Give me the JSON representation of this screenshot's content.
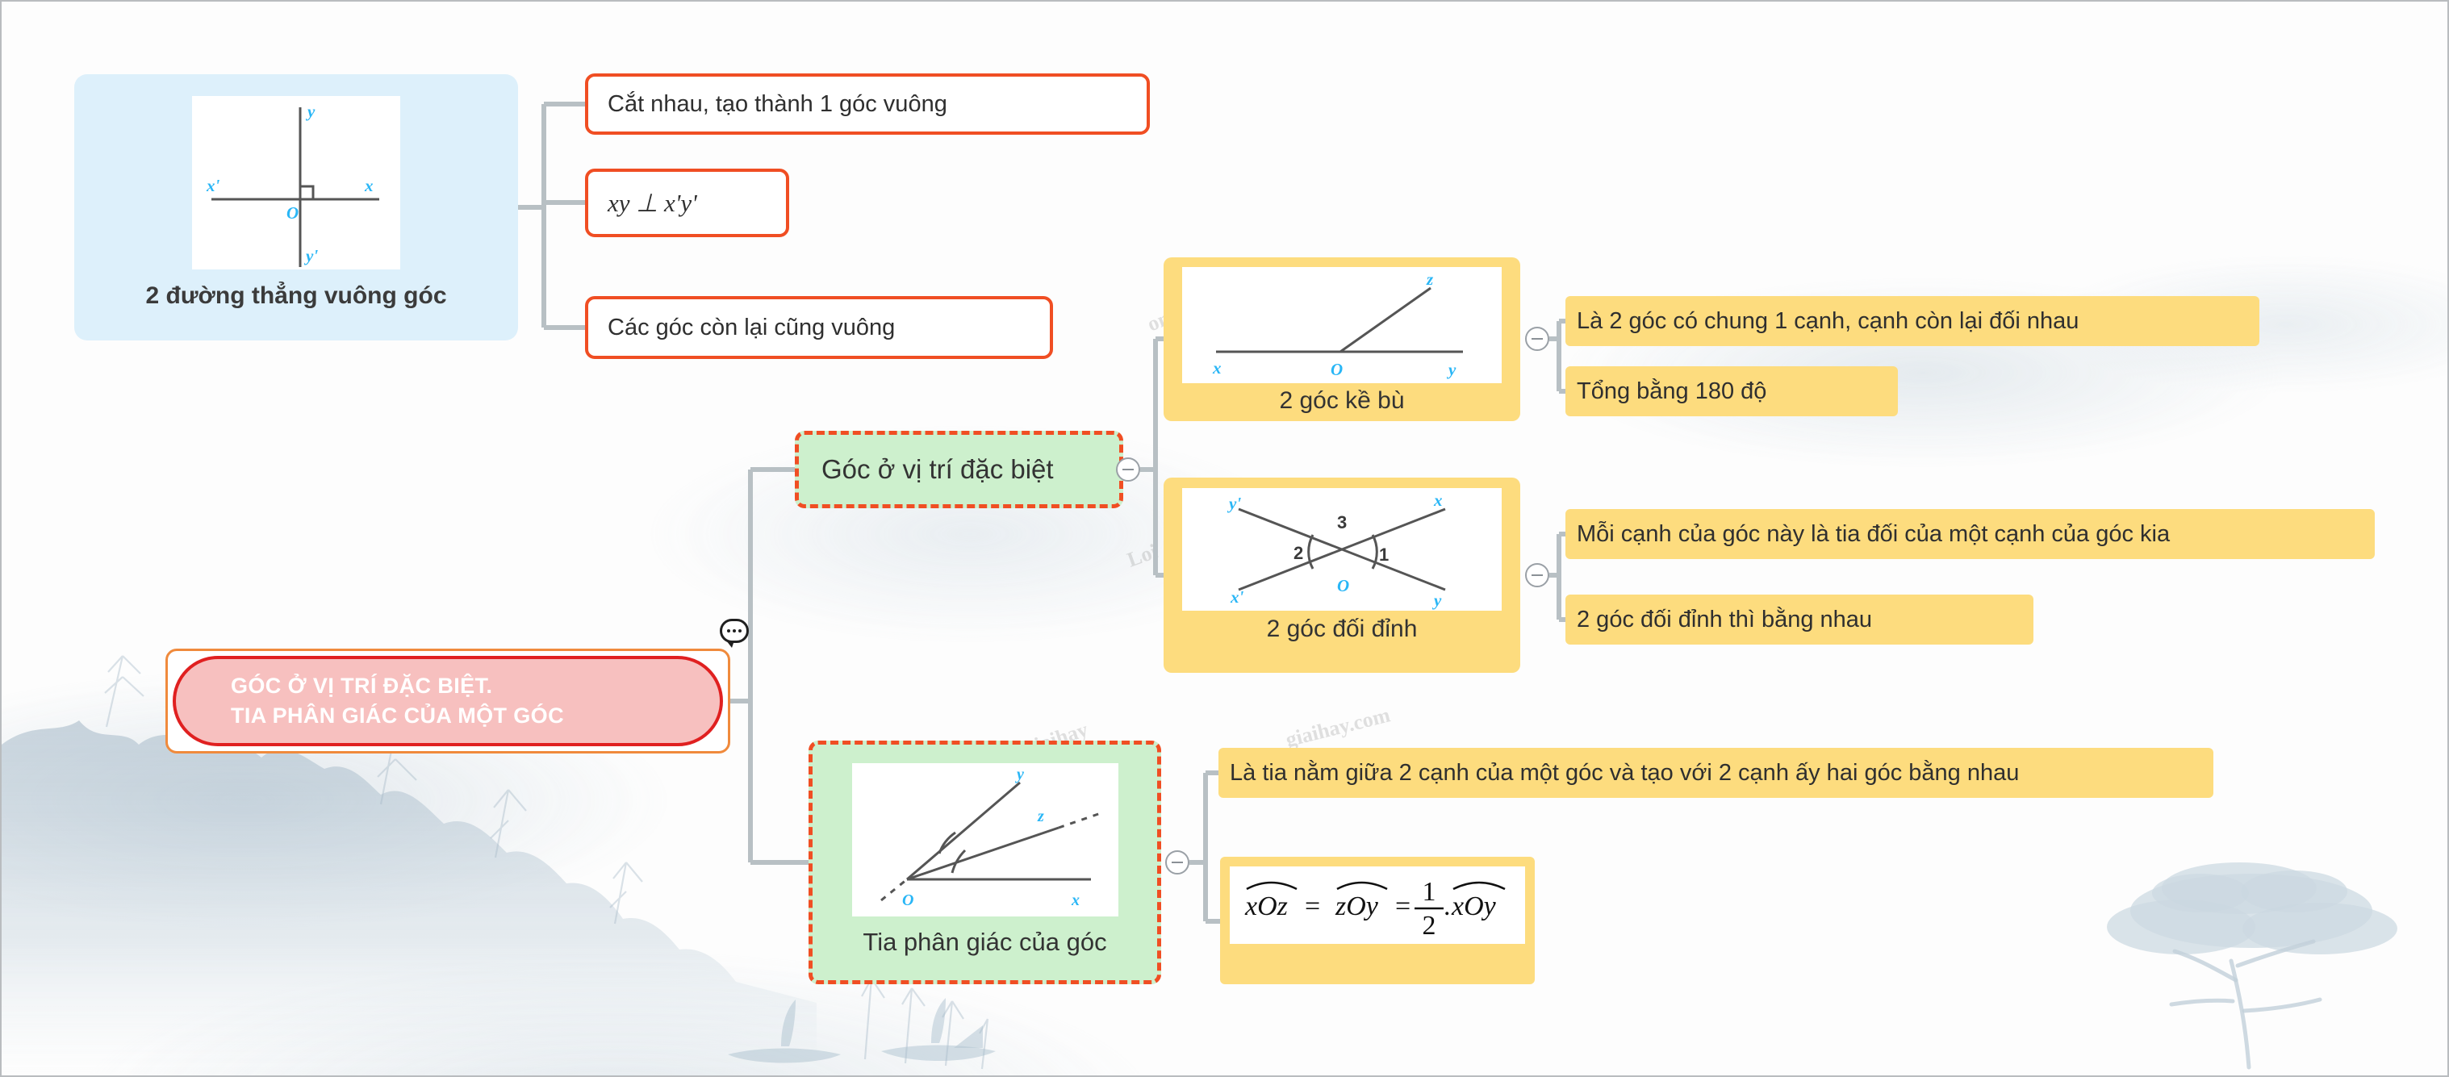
{
  "root": {
    "label": "GÓC Ở VỊ TRÍ ĐẶC BIỆT.\nTIA PHÂN GIÁC CỦA MỘT GÓC",
    "fill": "#f7c0bf",
    "border": "#e02020",
    "outer_border": "#f08a3c",
    "text_color": "#ffffff"
  },
  "branches": {
    "perpendicular": {
      "label": "2 đường thẳng vuông góc",
      "fill": "#ddf0fb",
      "figure": {
        "name": "perpendicular-lines-diagram",
        "labels": [
          "y",
          "x'",
          "x",
          "O"
        ],
        "marks": [
          "right-angle-square"
        ]
      },
      "children": [
        {
          "label": "Cắt nhau, tạo thành 1 góc vuông",
          "style": "orange-outline"
        },
        {
          "label": "xy ⊥ x'y'",
          "style": "orange-outline",
          "is_math": true
        },
        {
          "label": "Các góc còn lại cũng vuông",
          "style": "orange-outline"
        }
      ]
    },
    "special_angles": {
      "label": "Góc ở vị trí đặc biệt",
      "fill": "#cdf0cd",
      "border": "#f04e23",
      "toggle": "collapse-minus",
      "children": [
        {
          "label": "2 góc kề bù",
          "fill": "#fddc7e",
          "toggle": "collapse-minus",
          "figure": {
            "name": "adjacent-supplementary-angles-diagram",
            "labels": [
              "z",
              "x",
              "O",
              "y"
            ]
          },
          "children": [
            {
              "label": "Là 2 góc có chung 1 cạnh, cạnh còn lại đối nhau"
            },
            {
              "label": "Tổng bằng 180 độ"
            }
          ]
        },
        {
          "label": "2 góc đối đỉnh",
          "fill": "#fddc7e",
          "toggle": "collapse-minus",
          "figure": {
            "name": "vertical-angles-diagram",
            "labels": [
              "y'",
              "x",
              "3",
              "2",
              "1",
              "O",
              "x'",
              "y"
            ]
          },
          "children": [
            {
              "label": "Mỗi cạnh của góc này là tia đối của một cạnh của góc kia"
            },
            {
              "label": "2 góc đối đỉnh thì bằng nhau"
            }
          ]
        }
      ]
    },
    "bisector": {
      "label": "Tia phân giác của góc",
      "fill": "#cdf0cd",
      "border": "#f04e23",
      "toggle": "collapse-minus",
      "figure": {
        "name": "angle-bisector-diagram",
        "labels": [
          "y",
          "z",
          "O",
          "x"
        ],
        "marks": [
          "equal-angle-arcs"
        ]
      },
      "children": [
        {
          "label": "Là tia nằm giữa 2 cạnh của một góc và tạo với 2 cạnh ấy hai góc bằng nhau"
        },
        {
          "is_math": true,
          "formula_parts": {
            "a": "xOz",
            "eq1": " = ",
            "b": "zOy",
            "eq2": " = ",
            "num": "1",
            "den": "2",
            "dot": ".",
            "c": "xOy"
          }
        }
      ]
    }
  },
  "comment": {
    "name": "comment-ellipsis-bubble",
    "dots": 3
  },
  "watermarks": [
    "om",
    "loi",
    "giaihay.com",
    "Loigiaihay"
  ],
  "colors": {
    "orange_border": "#f04e23",
    "yellow_fill": "#fddc7e",
    "green_fill": "#cdf0cd",
    "blue_fill": "#ddf0fb",
    "connector": "#b8c0c4",
    "figure_label_blue": "#29b6f6"
  }
}
